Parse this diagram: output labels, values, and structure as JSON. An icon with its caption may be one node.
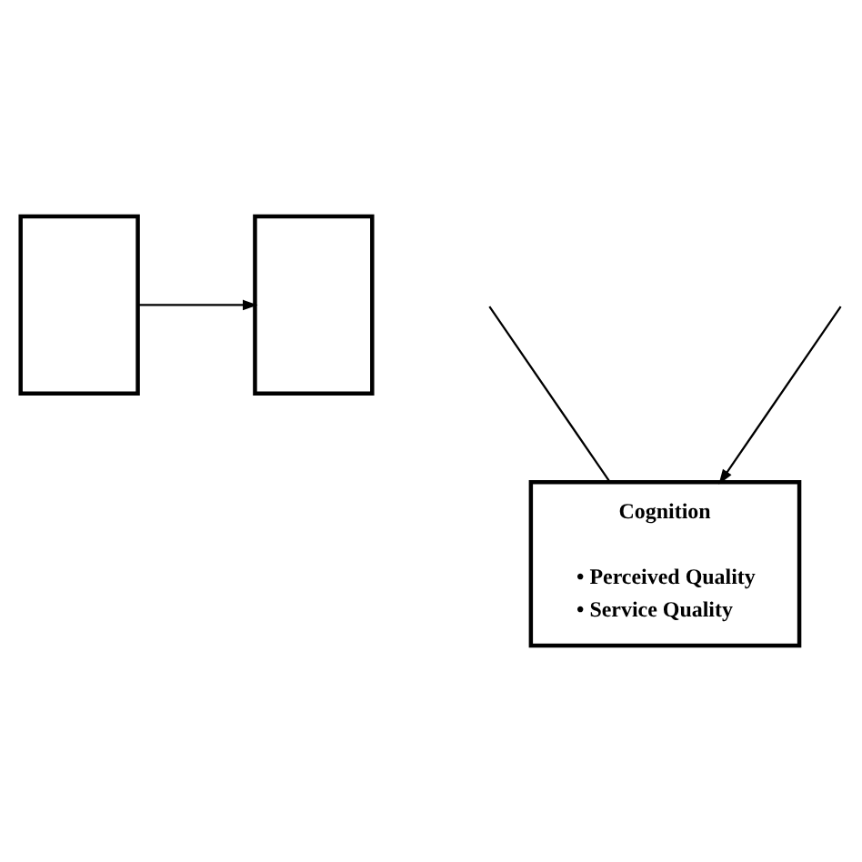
{
  "diagram": {
    "nodes": [
      {
        "text": [],
        "shape": "box"
      },
      {
        "text": [],
        "shape": "box"
      },
      {
        "text": [
          "Cognition",
          "• Perceived Quality",
          "• Service Quality"
        ]
      }
    ],
    "edges": [
      {
        "from": 0,
        "to": 1,
        "arrow": "to"
      },
      {
        "from": null,
        "to": 2,
        "arrow": "none"
      },
      {
        "from": null,
        "to": 2,
        "arrow": "to"
      }
    ]
  }
}
